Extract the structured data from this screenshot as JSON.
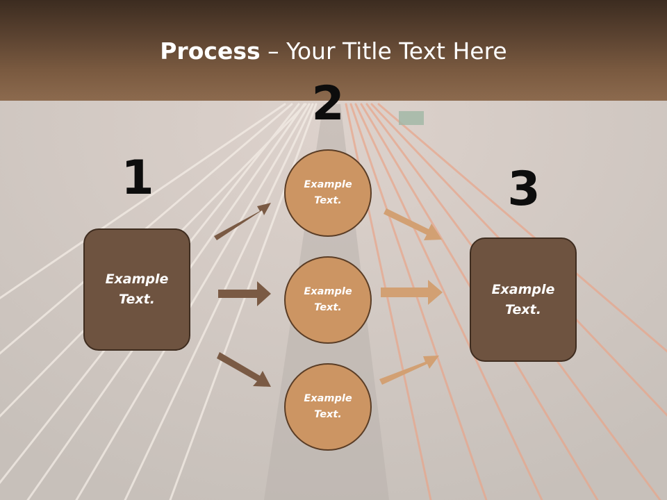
{
  "title": {
    "bold": "Process",
    "rest": " – Your Title Text Here"
  },
  "steps": {
    "one": "1",
    "two": "2",
    "three": "3"
  },
  "left_box": {
    "label": "Example\nText."
  },
  "right_box": {
    "label": "Example\nText."
  },
  "circles": [
    {
      "label": "Example\nText."
    },
    {
      "label": "Example\nText."
    },
    {
      "label": "Example\nText."
    }
  ],
  "colors": {
    "header_top": "#3c2c20",
    "header_bottom": "#8c6a4e",
    "box_fill": "#6e5340",
    "circle_fill": "#cc9563",
    "arrow_dark": "#7a5a44",
    "arrow_light": "#d2a073"
  }
}
